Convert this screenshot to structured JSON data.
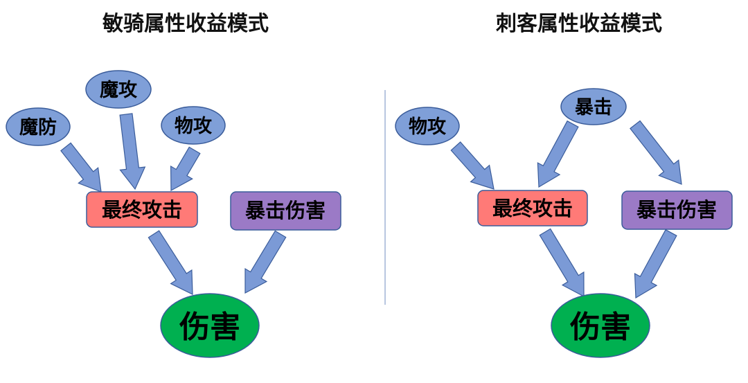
{
  "colors": {
    "ellipse_fill": "#7f9fd8",
    "ellipse_stroke": "#3a5c9a",
    "final_attack_fill": "#ff7a77",
    "crit_damage_fill": "#9b7ac6",
    "box_stroke": "#3a5c9a",
    "damage_fill": "#00b050",
    "arrow_fill": "#7b9ad6",
    "arrow_stroke": "#3a5c9a",
    "divider": "#b8c6e0"
  },
  "left": {
    "title": "敏骑属性收益模式",
    "nodes": {
      "magic_def": "魔防",
      "magic_atk": "魔攻",
      "phys_atk": "物攻",
      "final_attack": "最终攻击",
      "crit_damage": "暴击伤害",
      "damage": "伤害"
    }
  },
  "right": {
    "title": "刺客属性收益模式",
    "nodes": {
      "phys_atk": "物攻",
      "crit": "暴击",
      "final_attack": "最终攻击",
      "crit_damage": "暴击伤害",
      "damage": "伤害"
    }
  }
}
